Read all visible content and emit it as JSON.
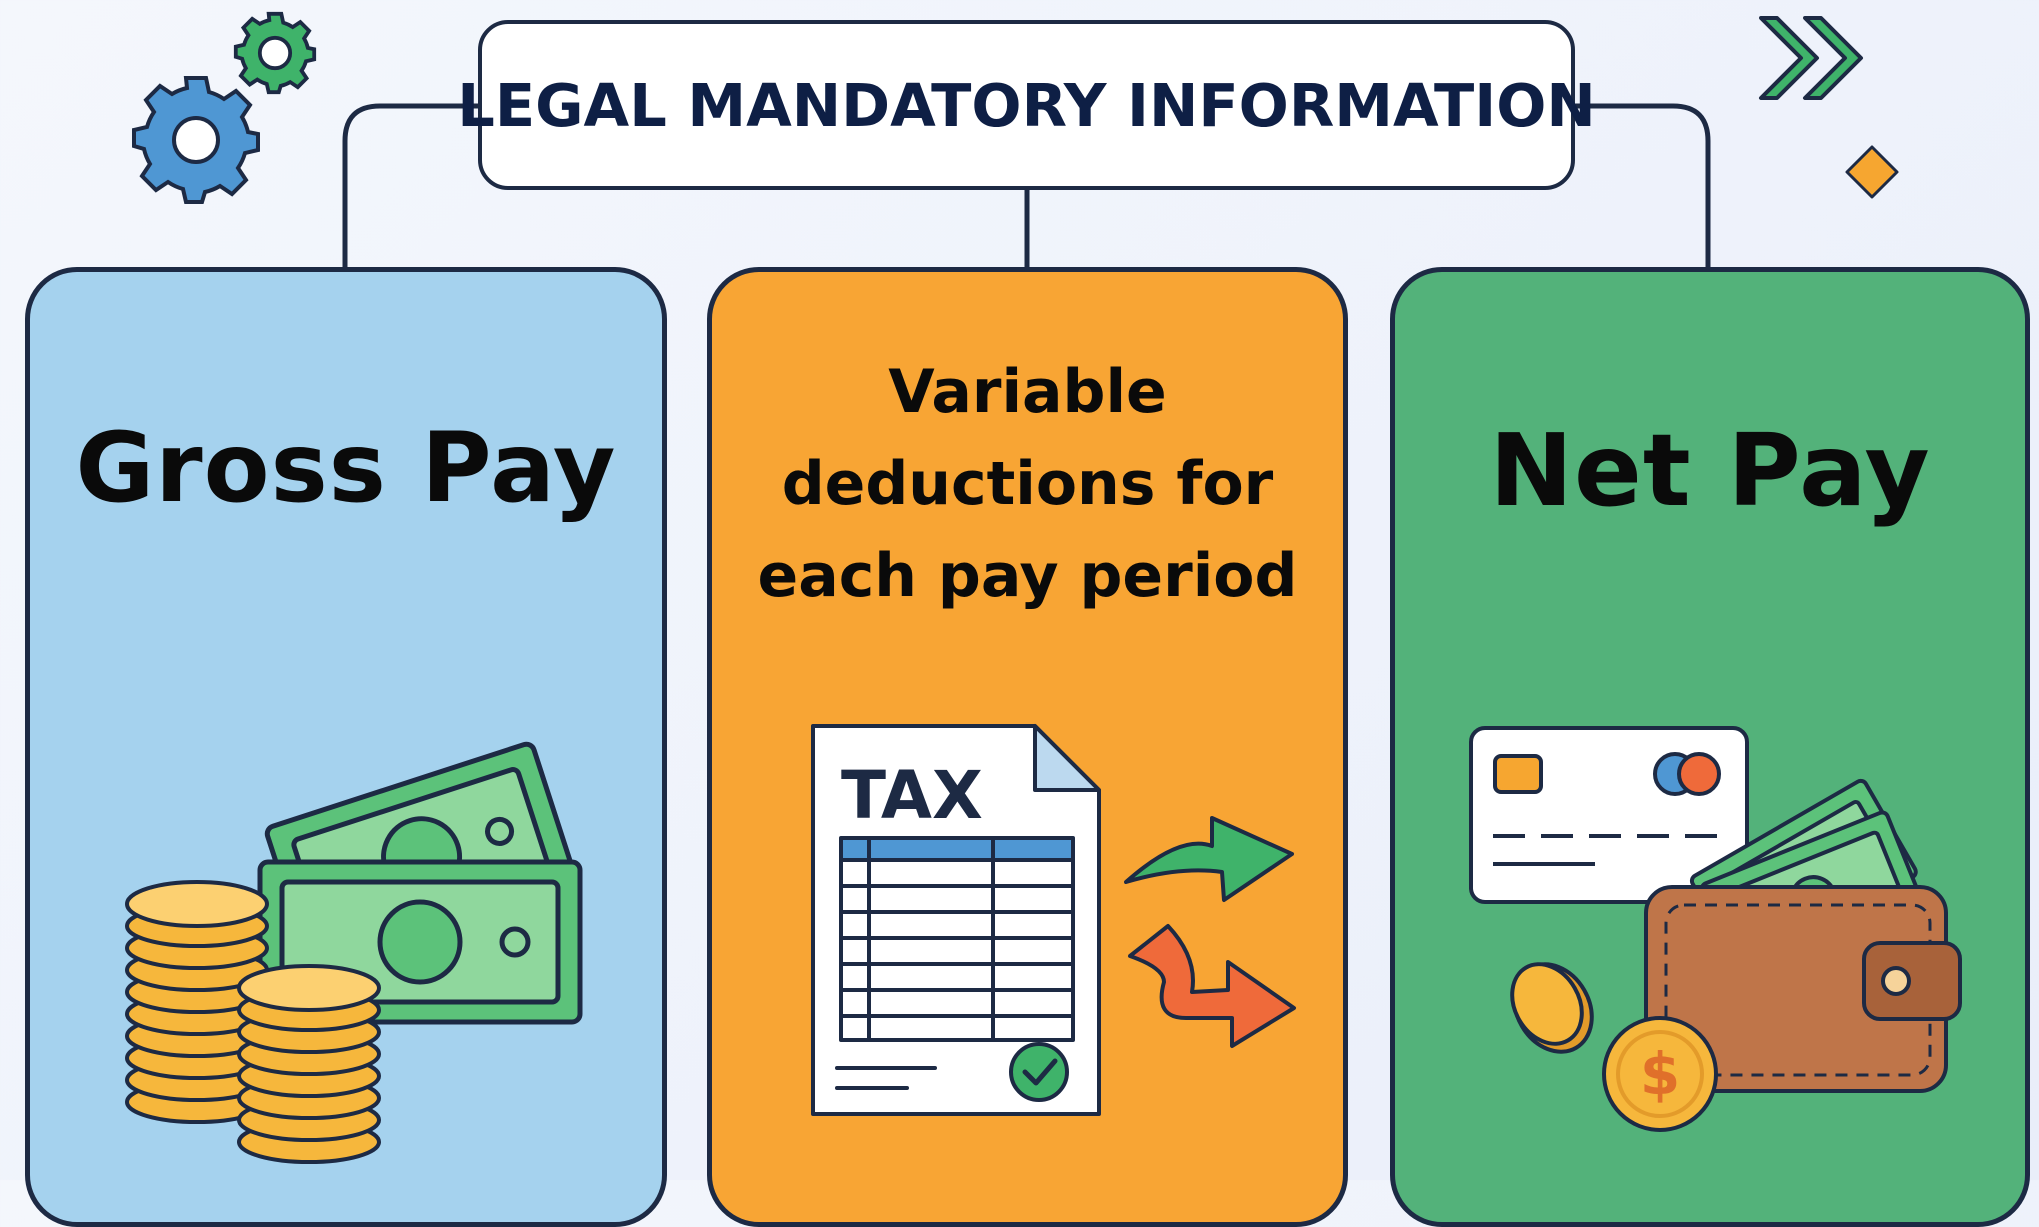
{
  "title": "LEGAL MANDATORY INFORMATION",
  "cards": {
    "gross": {
      "label": "Gross Pay"
    },
    "deductions": {
      "line1": "Variable",
      "line2": "deductions for",
      "line3": "each pay period"
    },
    "net": {
      "label": "Net Pay"
    }
  },
  "tax_form": {
    "label": "TAX"
  },
  "wallet_coin": {
    "symbol": "$"
  },
  "colors": {
    "gross_card": "#a5d2ee",
    "deductions_card": "#f8a534",
    "net_card": "#53b27a",
    "outline": "#1d2a44",
    "title_text": "#0e1f45",
    "money_green": "#5cc27a",
    "coin_gold": "#f6b73c",
    "wallet_brown": "#bf7549",
    "arrow_green": "#3fb36a",
    "arrow_red": "#ef6a3a"
  },
  "icons": [
    "gear-icon",
    "chevrons-icon",
    "diamond-icon",
    "coins-icon",
    "banknote-icon",
    "tax-document-icon",
    "arrow-icon",
    "credit-card-icon",
    "wallet-icon",
    "dollar-coin-icon",
    "checkmark-icon"
  ]
}
